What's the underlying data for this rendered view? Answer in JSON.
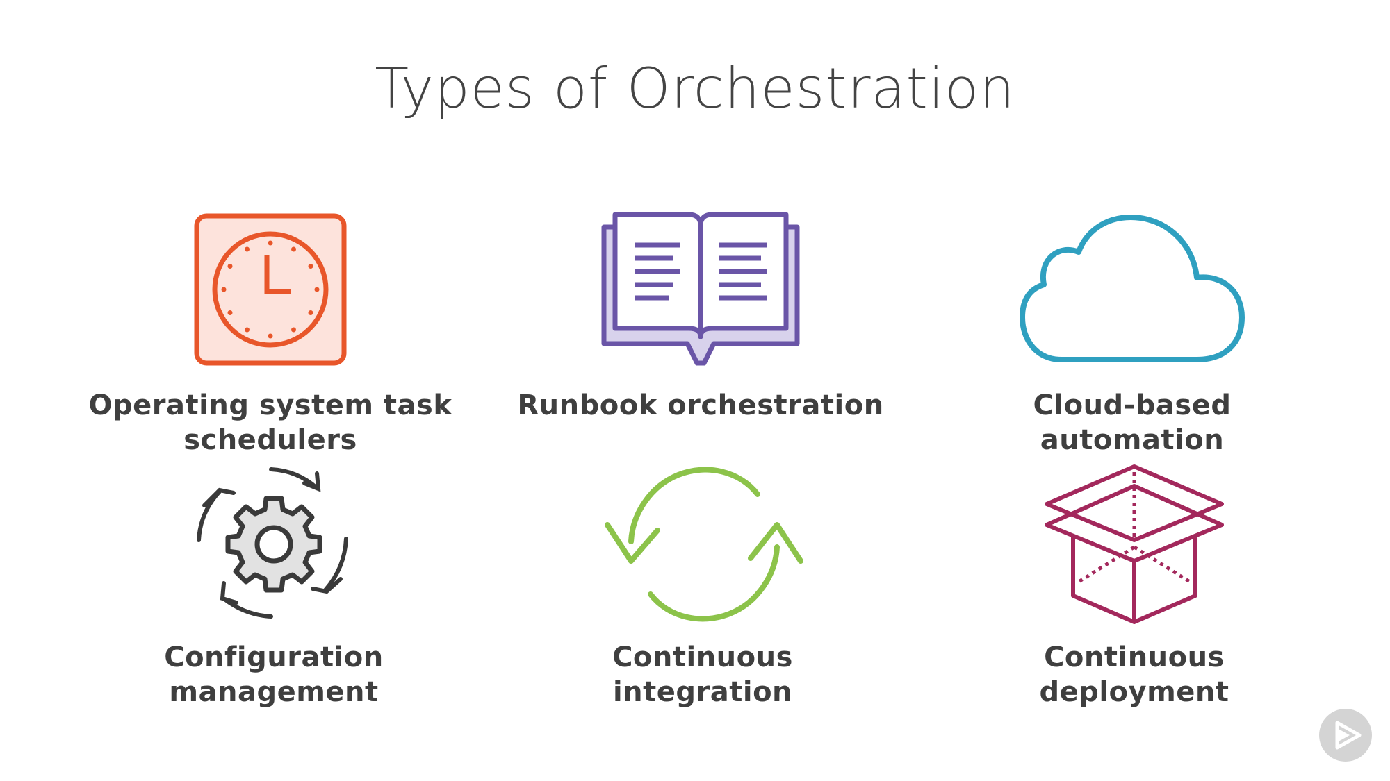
{
  "title": "Types of Orchestration",
  "colors": {
    "scheduler": "#e8562a",
    "runbook": "#6a55a7",
    "cloud": "#2fa0c0",
    "config": "#3a3a3a",
    "ci": "#8cc34a",
    "cd": "#a3285c"
  },
  "items": [
    {
      "icon": "clock-icon",
      "line1": "Operating system task",
      "line2": "schedulers"
    },
    {
      "icon": "book-icon",
      "line1": "Runbook orchestration",
      "line2": ""
    },
    {
      "icon": "cloud-icon",
      "line1": "Cloud-based",
      "line2": "automation"
    },
    {
      "icon": "gear-cycle-icon",
      "line1": "Configuration",
      "line2": "management"
    },
    {
      "icon": "refresh-icon",
      "line1": "Continuous",
      "line2": "integration"
    },
    {
      "icon": "box-icon",
      "line1": "Continuous",
      "line2": "deployment"
    }
  ]
}
